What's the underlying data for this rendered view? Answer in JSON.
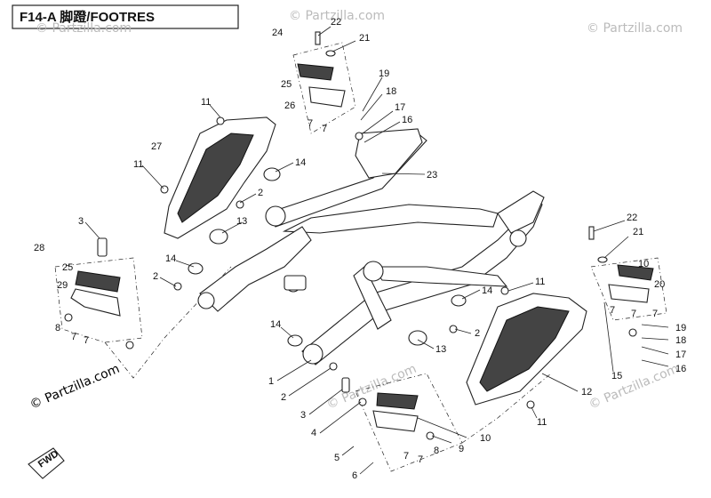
{
  "title": "F14-A 脚蹬/FOOTRES",
  "watermarks": [
    "© Partzilla.com",
    "© Partzilla.com",
    "© Partzilla.com",
    "© Partzilla.com",
    "© Partzilla.com",
    "© Partzilla.com"
  ],
  "fwd_label": "FWD",
  "callouts": [
    "22",
    "21",
    "24",
    "25",
    "26",
    "7",
    "7",
    "19",
    "18",
    "17",
    "16",
    "11",
    "27",
    "11",
    "14",
    "2",
    "23",
    "13",
    "3",
    "28",
    "25",
    "29",
    "8",
    "7",
    "7",
    "14",
    "2",
    "14",
    "1",
    "2",
    "3",
    "4",
    "5",
    "6",
    "7",
    "8",
    "7",
    "9",
    "10",
    "13",
    "2",
    "14",
    "11",
    "12",
    "11",
    "22",
    "21",
    "10",
    "20",
    "7",
    "7",
    "7",
    "19",
    "18",
    "17",
    "16",
    "15"
  ],
  "colors": {
    "line": "#222222",
    "background": "#ffffff"
  }
}
